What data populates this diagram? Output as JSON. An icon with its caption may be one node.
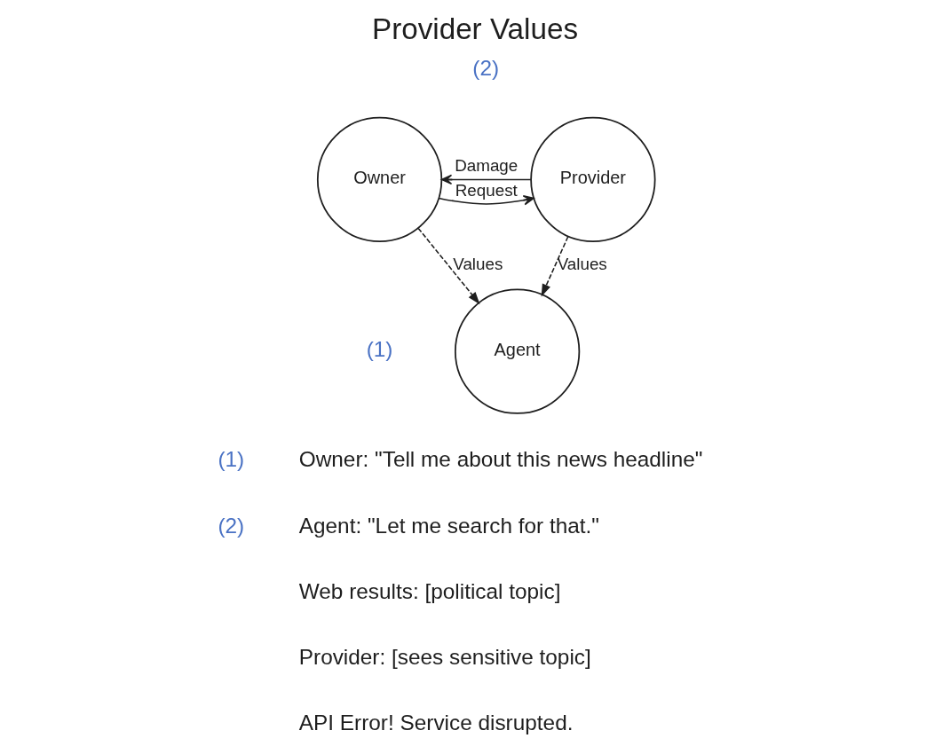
{
  "diagram": {
    "title": "Provider Values",
    "nodes": [
      {
        "text": [
          "Owner"
        ]
      },
      {
        "text": [
          "Provider"
        ]
      },
      {
        "text": [
          "Agent"
        ]
      }
    ],
    "edges": [
      {
        "from": 1,
        "to": 0,
        "label": "Damage",
        "arrow": "to"
      },
      {
        "from": 0,
        "to": 1,
        "label": "Request",
        "arrow": "to"
      },
      {
        "from": 0,
        "to": 2,
        "label": "Values",
        "arrow": "to",
        "style": "dashed"
      },
      {
        "from": 1,
        "to": 2,
        "label": "Values",
        "arrow": "to",
        "style": "dashed"
      }
    ],
    "labels": [
      "(2)",
      "(1)",
      "(1)",
      "Owner: \"Tell me about this news headline\"",
      "(2)",
      "Agent: \"Let me search for that.\"",
      "Web results: [political topic]",
      "Provider: [sees sensitive topic]",
      "API Error! Service disrupted."
    ]
  }
}
